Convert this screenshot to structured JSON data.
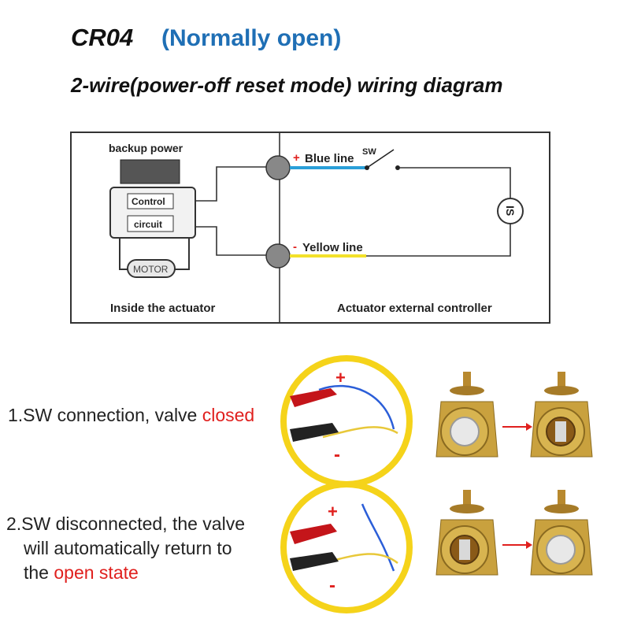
{
  "header": {
    "model": "CR04",
    "mode": "(Normally open)",
    "subtitle": "2-wire(power-off reset mode) wiring diagram"
  },
  "diagram": {
    "backup_power": "backup power",
    "control": "Control",
    "circuit": "circuit",
    "motor": "MOTOR",
    "inside_label": "Inside the actuator",
    "outside_label": "Actuator external controller",
    "blue_line": {
      "sign": "+",
      "label": "Blue line",
      "color": "#2a9fd8"
    },
    "yellow_line": {
      "sign": "-",
      "label": "Yellow line",
      "color": "#f3e12a"
    },
    "switch_label": "SW",
    "load_label": "IS"
  },
  "clip_signs": {
    "plus": "+",
    "minus": "-"
  },
  "steps": [
    {
      "prefix": "1.SW connection, valve ",
      "highlight": "closed",
      "suffix": ""
    },
    {
      "line1": "2.SW disconnected, the valve",
      "line2": "will automatically return to",
      "line3_prefix": "the ",
      "highlight": "open state"
    }
  ],
  "colors": {
    "accent_blue": "#1f6fb5",
    "highlight_red": "#e0201e",
    "ring_yellow": "#f5d31a",
    "brass": "#c9a13e"
  }
}
